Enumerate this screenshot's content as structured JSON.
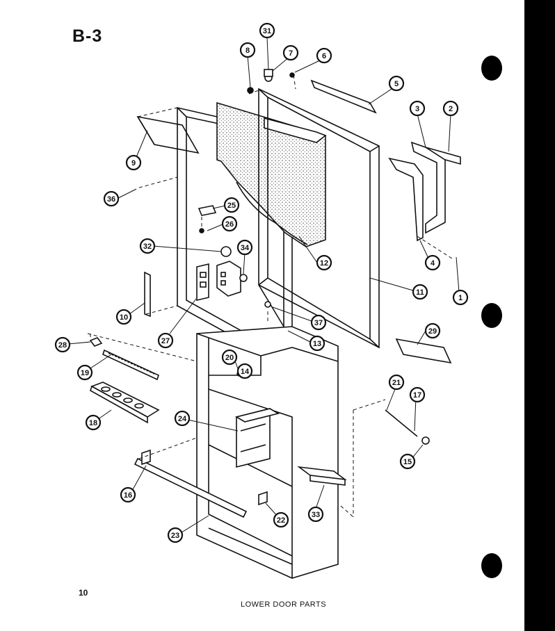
{
  "page": {
    "title": "B-3",
    "page_number": "10",
    "caption": "LOWER DOOR PARTS"
  },
  "callouts": [
    "31",
    "8",
    "7",
    "6",
    "5",
    "3",
    "2",
    "9",
    "36",
    "25",
    "26",
    "32",
    "34",
    "12",
    "11",
    "4",
    "1",
    "10",
    "28",
    "37",
    "29",
    "27",
    "13",
    "20",
    "19",
    "21",
    "17",
    "18",
    "24",
    "15",
    "33",
    "16",
    "22",
    "23",
    "14"
  ],
  "colors": {
    "ink": "#111111",
    "paper": "#ffffff",
    "insulation": "#8a8a8a"
  }
}
